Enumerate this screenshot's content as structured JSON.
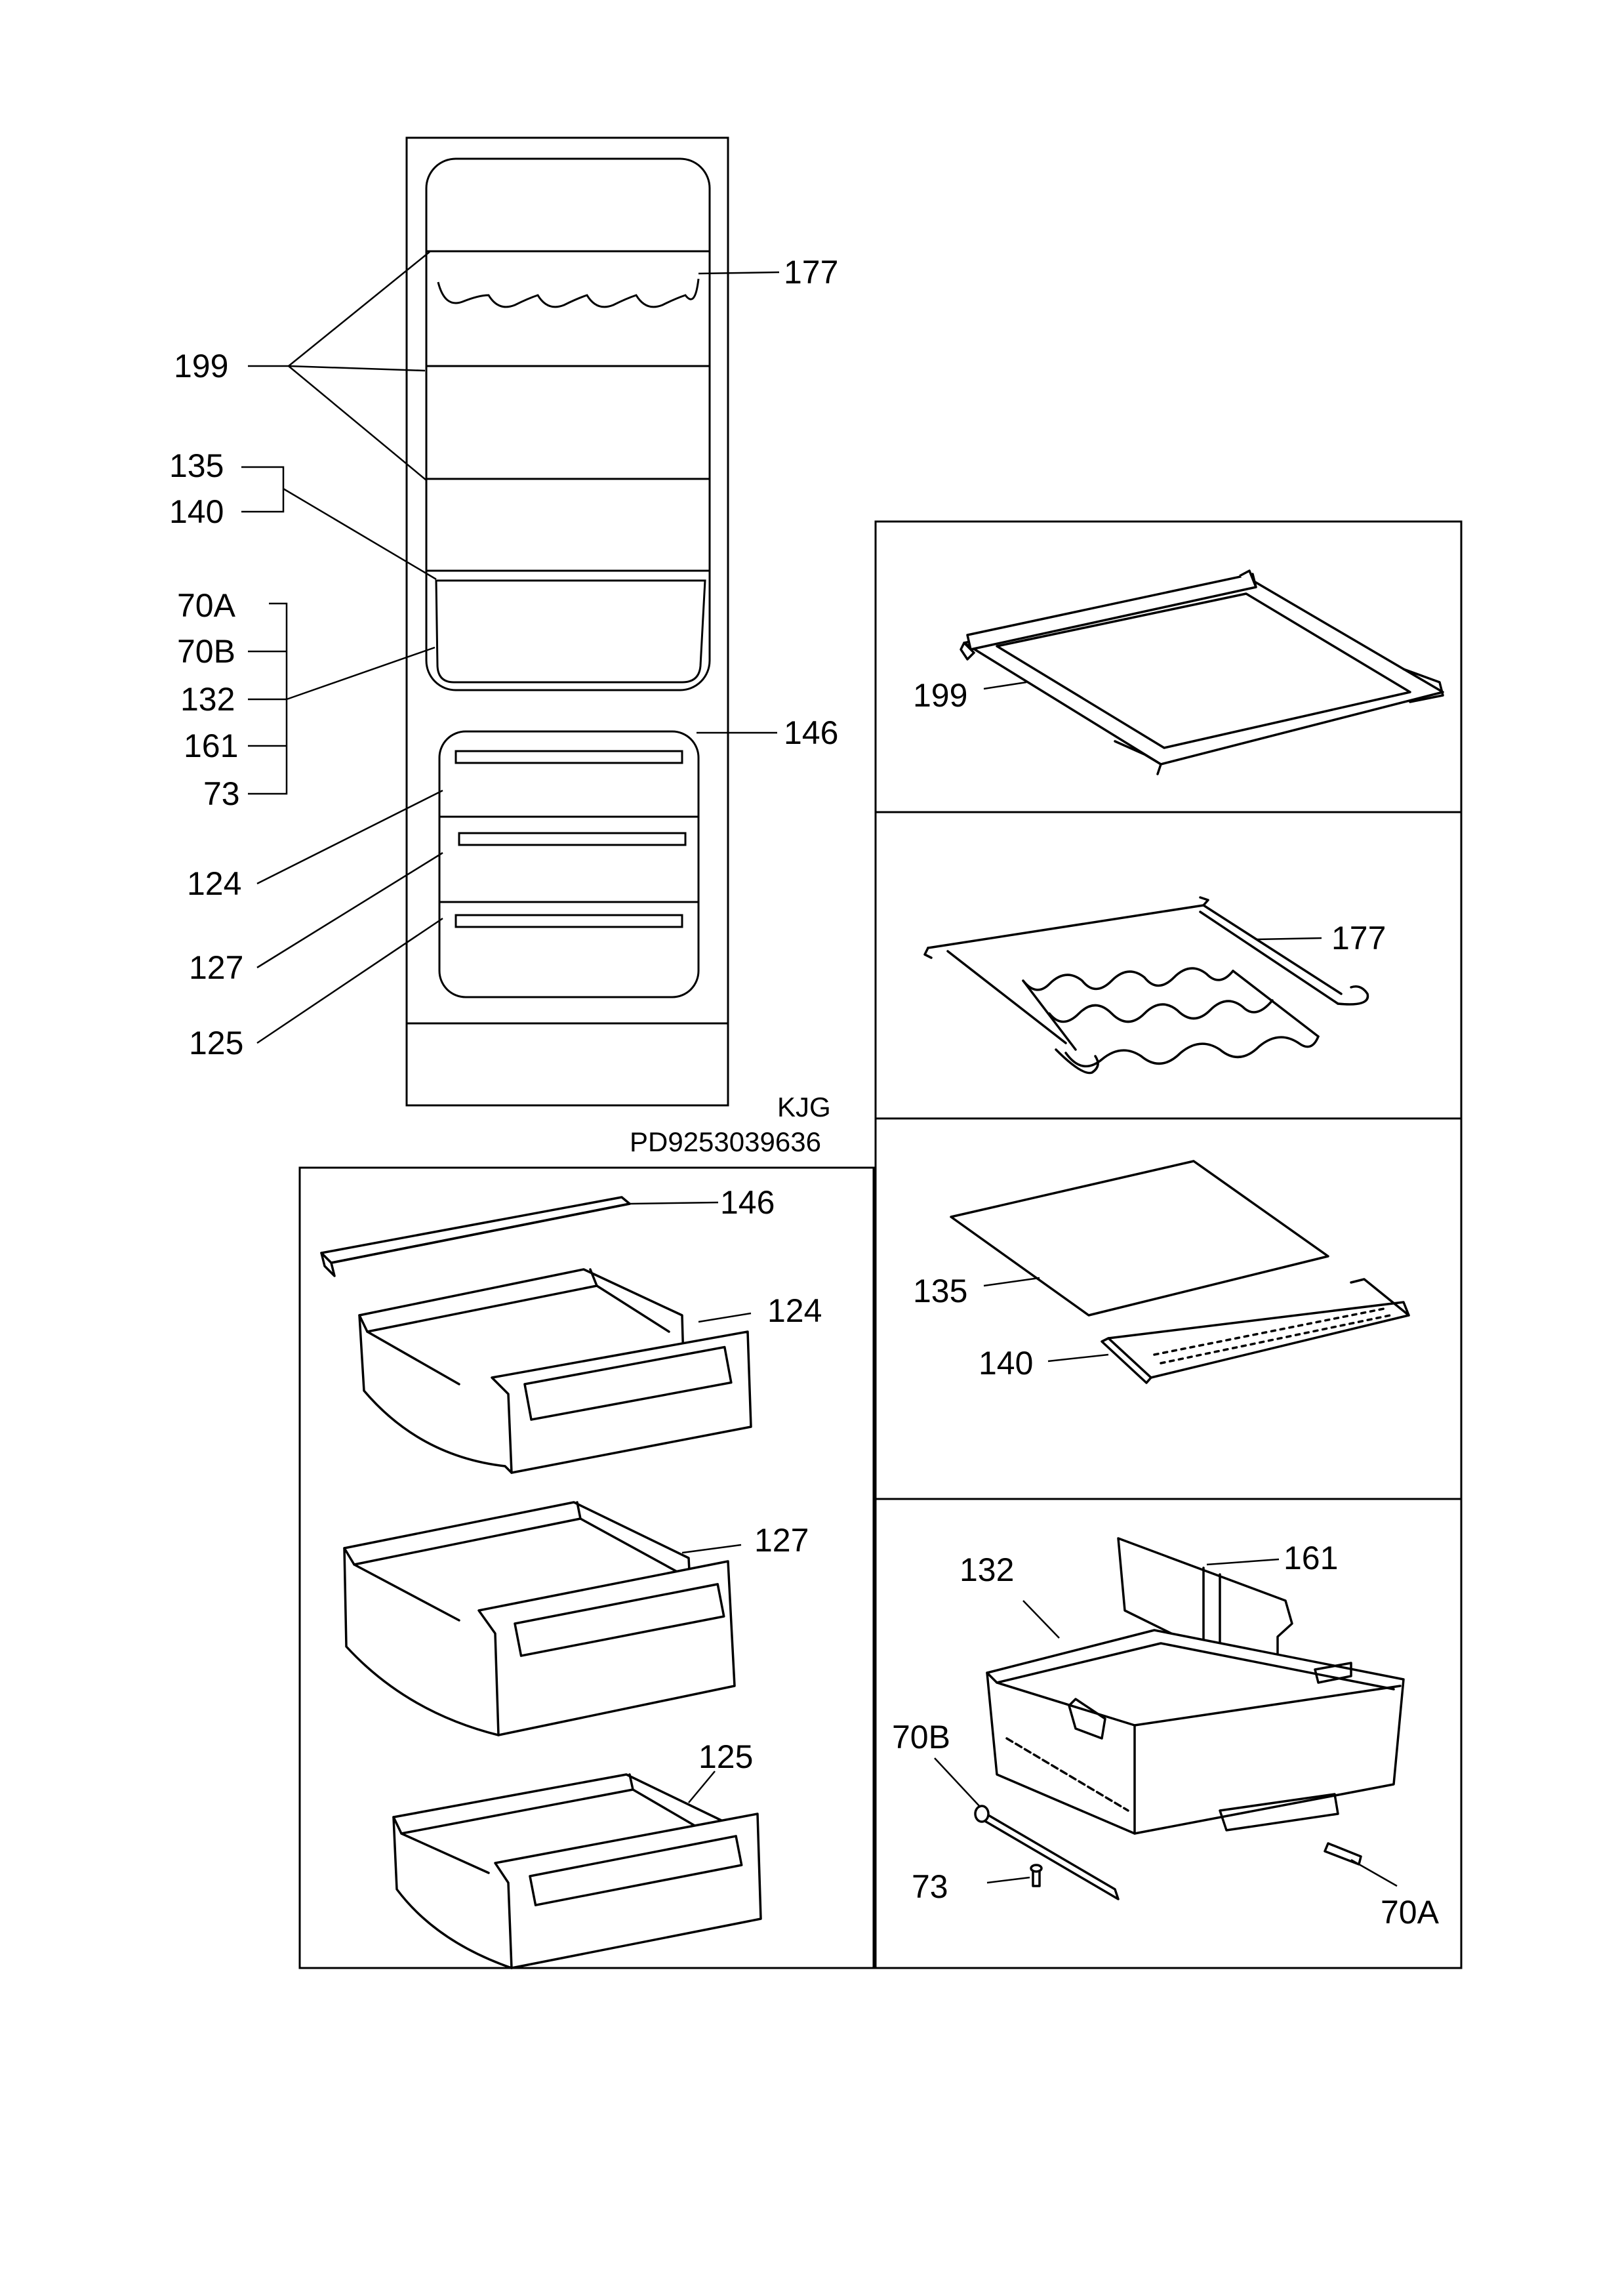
{
  "overview_labels": {
    "l199": "199",
    "l177": "177",
    "l135": "135",
    "l140": "140",
    "l70a": "70A",
    "l70b": "70B",
    "l132": "132",
    "l161": "161",
    "l73": "73",
    "l146": "146",
    "l124": "124",
    "l127": "127",
    "l125": "125"
  },
  "diagram_meta": {
    "code": "KJG",
    "part_number": "PD9253039636"
  },
  "panel_drawers": {
    "l146": "146",
    "l124": "124",
    "l127": "127",
    "l125": "125"
  },
  "panel_shelf": {
    "l199": "199"
  },
  "panel_rack": {
    "l177": "177"
  },
  "panel_glass": {
    "l135": "135",
    "l140": "140"
  },
  "panel_crisper": {
    "l132": "132",
    "l161": "161",
    "l70b": "70B",
    "l73": "73",
    "l70a": "70A"
  }
}
